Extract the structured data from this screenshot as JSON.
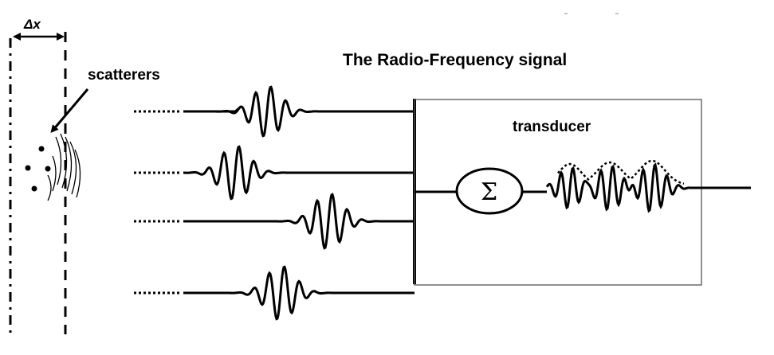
{
  "title": "The Radio-Frequency signal",
  "labels": {
    "delta_x": "Δx",
    "scatterers": "scatterers",
    "transducer": "transducer",
    "sum_symbol": "Σ"
  },
  "colors": {
    "ink": "#000000",
    "box_stroke": "#555555",
    "background": "#ffffff"
  },
  "icons": [
    "arrow-icon",
    "sum-icon",
    "scatterer-dot-icon",
    "wavefront-icon"
  ]
}
